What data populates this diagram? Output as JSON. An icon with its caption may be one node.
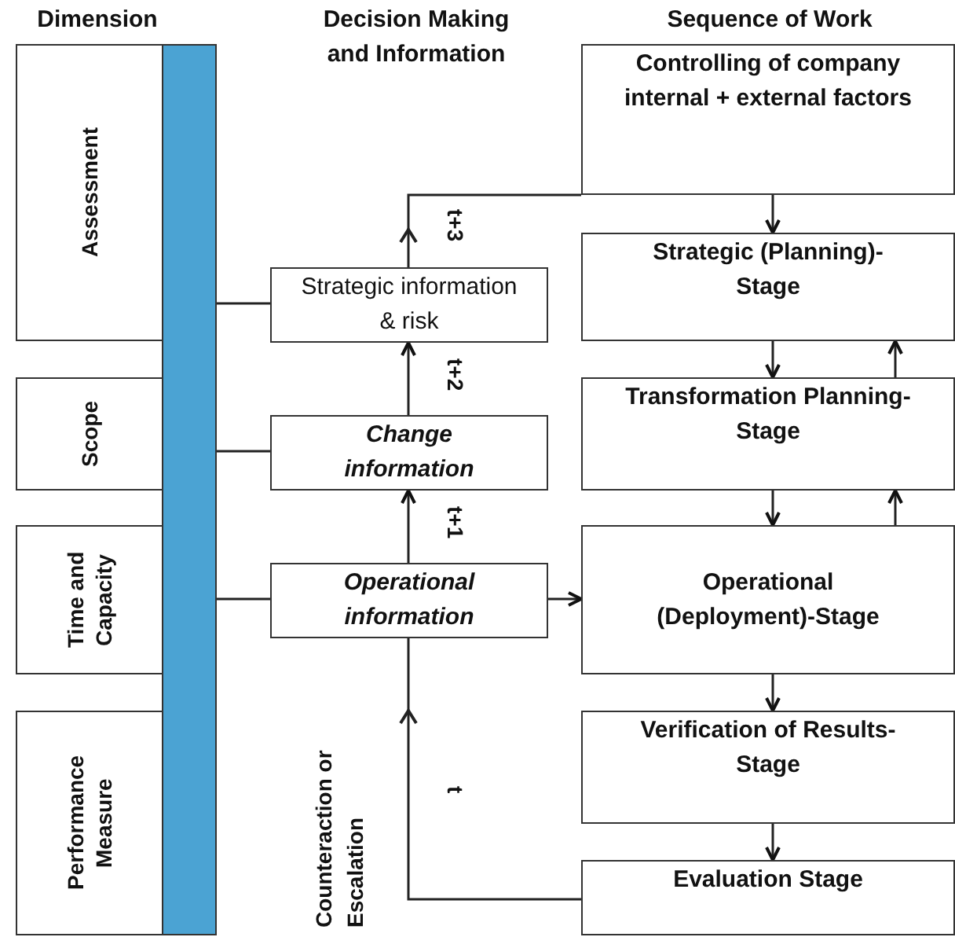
{
  "diagram": {
    "nodes": [
      {
        "text": [
          "Assessment"
        ]
      },
      {
        "text": [
          "Scope"
        ]
      },
      {
        "text": [
          "Time and Capacity"
        ]
      },
      {
        "text": [
          "Performance Measure"
        ]
      },
      {
        "text": [],
        "shape": "bar"
      },
      {
        "text": [
          "Strategic information & risk"
        ]
      },
      {
        "text": [
          "Change information"
        ]
      },
      {
        "text": [
          "Operational information"
        ]
      },
      {
        "text": [
          "Controlling of company internal + external factors"
        ]
      },
      {
        "text": [
          "Strategic (Planning)-Stage"
        ]
      },
      {
        "text": [
          "Transformation Planning-Stage"
        ]
      },
      {
        "text": [
          "Operational (Deployment)-Stage"
        ]
      },
      {
        "text": [
          "Verification of Results-Stage"
        ]
      },
      {
        "text": [
          "Evaluation Stage"
        ]
      }
    ],
    "edges": [
      {
        "from": 4,
        "to": 5,
        "arrow": "none"
      },
      {
        "from": 4,
        "to": 6,
        "arrow": "none"
      },
      {
        "from": 4,
        "to": 7,
        "arrow": "none"
      },
      {
        "from": 7,
        "to": 6,
        "arrow": "to",
        "label": "t+1"
      },
      {
        "from": 6,
        "to": 5,
        "arrow": "to",
        "label": "t+2"
      },
      {
        "from": 5,
        "to": 8,
        "arrow": "to",
        "label": "t+3"
      },
      {
        "from": 8,
        "to": 9,
        "arrow": "to"
      },
      {
        "from": 9,
        "to": 10,
        "arrow": "to"
      },
      {
        "from": 10,
        "to": 9,
        "arrow": "to"
      },
      {
        "from": 10,
        "to": 11,
        "arrow": "to"
      },
      {
        "from": 11,
        "to": 10,
        "arrow": "to"
      },
      {
        "from": 7,
        "to": 11,
        "arrow": "to"
      },
      {
        "from": 11,
        "to": 12,
        "arrow": "to"
      },
      {
        "from": 12,
        "to": 13,
        "arrow": "to"
      },
      {
        "from": 13,
        "to": 7,
        "arrow": "to",
        "label": "t"
      }
    ],
    "labels": [
      "Dimension",
      "Decision Making and Information",
      "Sequence of Work",
      "Counteraction or Escalation"
    ]
  }
}
